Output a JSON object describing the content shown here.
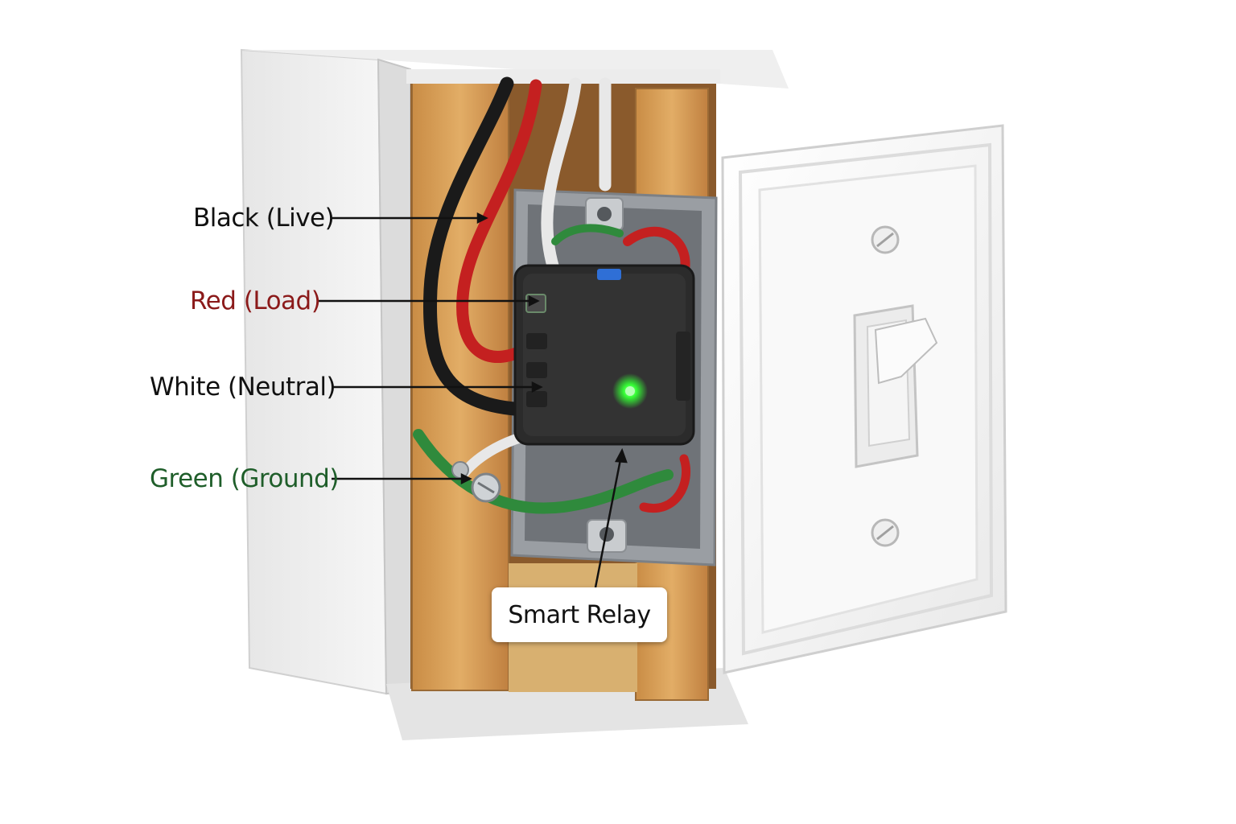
{
  "labels": {
    "black": "Black (Live)",
    "red": "Red (Load)",
    "white": "White (Neutral)",
    "green": "Green (Ground)",
    "relay": "Smart Relay"
  },
  "colors": {
    "black_label": "#111111",
    "red_label": "#8b1a1a",
    "green_label": "#1f5e2a",
    "wire_black": "#1a1a1a",
    "wire_red": "#c42020",
    "wire_white": "#e8e8e8",
    "wire_green": "#2f8a3c",
    "stud_wood": "#d9a25a",
    "relay_body": "#2b2b2b",
    "status_led": "#35ff35",
    "box_metal": "#9a9ea3",
    "switch_plate": "#f7f7f7"
  },
  "icons": {
    "switch": "toggle-switch-icon",
    "screw": "screw-icon",
    "led": "status-led-icon"
  }
}
